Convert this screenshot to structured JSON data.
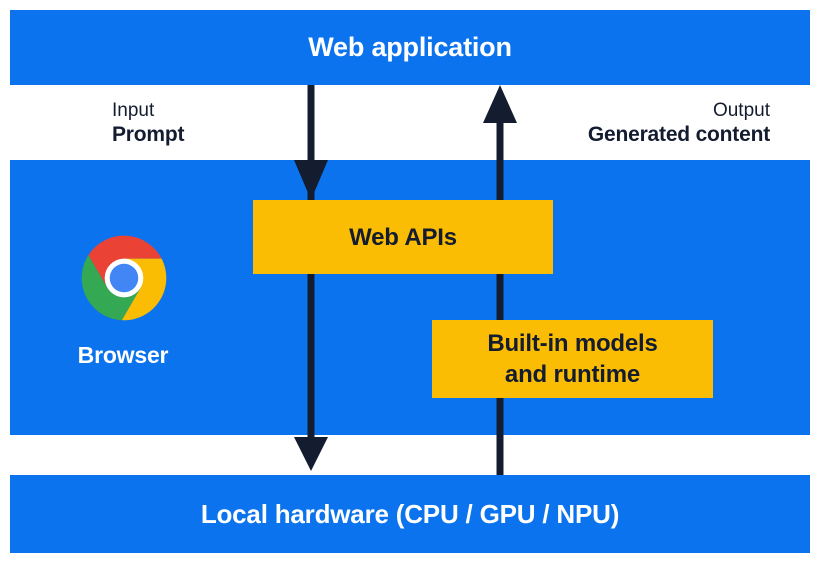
{
  "colors": {
    "section_blue": "#0b73ee",
    "box_yellow": "#fbbc04",
    "ink_dark_navy": "#141c30",
    "text_white": "#ffffff",
    "chrome_red": "#ea4335",
    "chrome_yellow": "#fbbc04",
    "chrome_green": "#34a853",
    "chrome_blue": "#4285f4"
  },
  "web_application": {
    "label": "Web application"
  },
  "flow": {
    "input": {
      "title": "Input",
      "value": "Prompt"
    },
    "output": {
      "title": "Output",
      "value": "Generated content"
    }
  },
  "browser": {
    "label": "Browser",
    "logo_icon": "chrome-logo",
    "web_apis": {
      "label": "Web APIs"
    },
    "builtin": {
      "line1": "Built-in models",
      "line2": "and runtime"
    }
  },
  "local_hardware": {
    "label": "Local hardware (CPU / GPU / NPU)"
  }
}
